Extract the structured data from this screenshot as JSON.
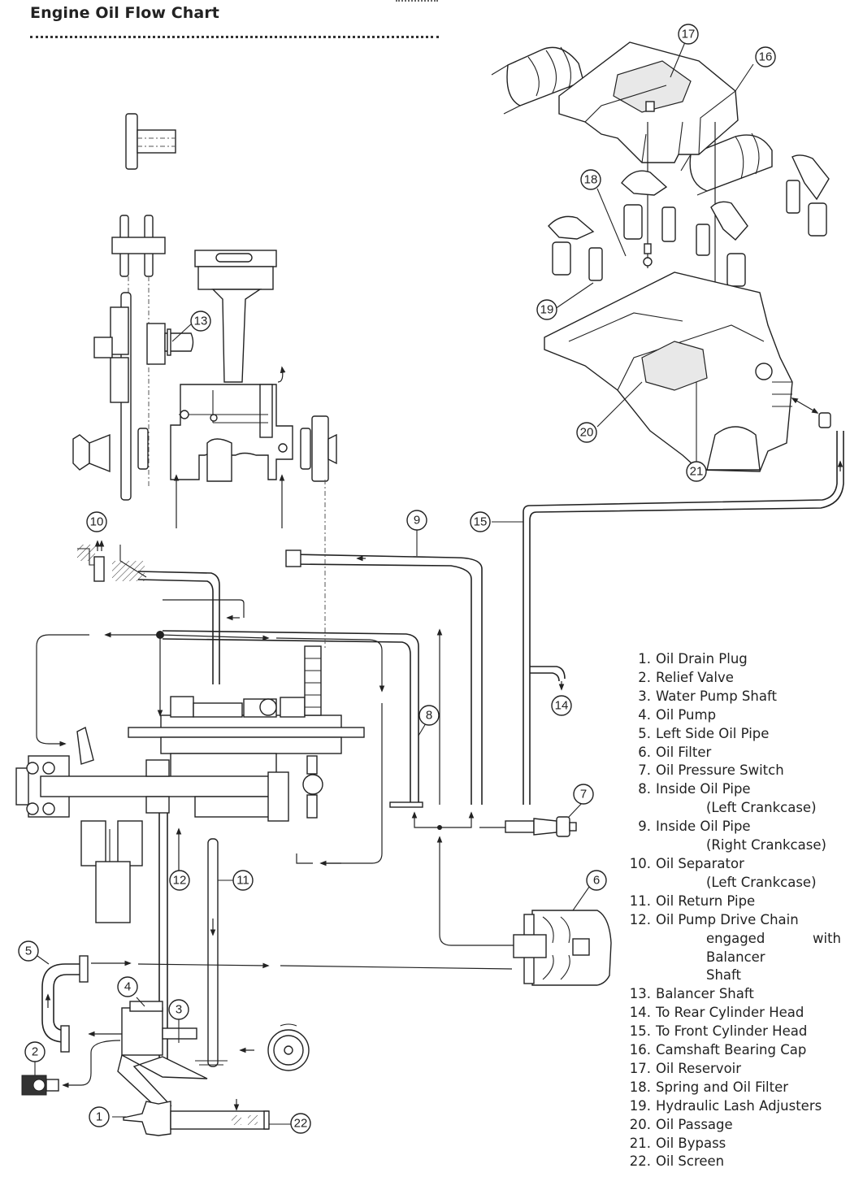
{
  "page": {
    "title": "Engine Oil Flow Chart"
  },
  "callouts": [
    {
      "id": "1",
      "part": "Oil Drain Plug"
    },
    {
      "id": "2",
      "part": "Relief Valve"
    },
    {
      "id": "3",
      "part": "Water Pump Shaft"
    },
    {
      "id": "4",
      "part": "Oil Pump"
    },
    {
      "id": "5",
      "part": "Left Side Oil Pipe"
    },
    {
      "id": "6",
      "part": "Oil Filter"
    },
    {
      "id": "7",
      "part": "Oil Pressure Switch"
    },
    {
      "id": "8",
      "part": "Inside Oil Pipe (Left Crankcase)"
    },
    {
      "id": "9",
      "part": "Inside Oil Pipe (Right Crankcase)"
    },
    {
      "id": "10",
      "part": "Oil Separator (Left Crankcase)"
    },
    {
      "id": "11",
      "part": "Oil Return Pipe"
    },
    {
      "id": "12",
      "part": "Oil Pump Drive Chain engaged with Balancer Shaft"
    },
    {
      "id": "13",
      "part": "Balancer Shaft"
    },
    {
      "id": "14",
      "part": "To Rear Cylinder Head"
    },
    {
      "id": "15",
      "part": "To Front Cylinder Head"
    },
    {
      "id": "16",
      "part": "Camshaft Bearing Cap"
    },
    {
      "id": "17",
      "part": "Oil Reservoir"
    },
    {
      "id": "18",
      "part": "Spring and Oil Filter"
    },
    {
      "id": "19",
      "part": "Hydraulic Lash Adjusters"
    },
    {
      "id": "20",
      "part": "Oil Passage"
    },
    {
      "id": "21",
      "part": "Oil Bypass"
    },
    {
      "id": "22",
      "part": "Oil Screen"
    }
  ],
  "legend": [
    {
      "num": "1.",
      "lines": [
        "Oil Drain Plug"
      ]
    },
    {
      "num": "2.",
      "lines": [
        "Relief Valve"
      ]
    },
    {
      "num": "3.",
      "lines": [
        "Water Pump Shaft"
      ]
    },
    {
      "num": "4.",
      "lines": [
        "Oil Pump"
      ]
    },
    {
      "num": "5.",
      "lines": [
        "Left Side Oil Pipe"
      ]
    },
    {
      "num": "6.",
      "lines": [
        "Oil Filter"
      ]
    },
    {
      "num": "7.",
      "lines": [
        "Oil Pressure Switch"
      ]
    },
    {
      "num": "8.",
      "lines": [
        "Inside Oil Pipe",
        "(Left Crankcase)"
      ]
    },
    {
      "num": "9.",
      "lines": [
        "Inside Oil Pipe",
        "(Right Crankcase)"
      ]
    },
    {
      "num": "10.",
      "lines": [
        "Oil Separator",
        "(Left Crankcase)"
      ]
    },
    {
      "num": "11.",
      "lines": [
        "Oil Return Pipe"
      ]
    },
    {
      "num": "12.",
      "lines": [
        "Oil Pump Drive Chain",
        "engaged with Balancer",
        "Shaft"
      ]
    },
    {
      "num": "13.",
      "lines": [
        "Balancer Shaft"
      ]
    },
    {
      "num": "14.",
      "lines": [
        "To Rear Cylinder Head"
      ]
    },
    {
      "num": "15.",
      "lines": [
        "To Front Cylinder Head"
      ]
    },
    {
      "num": "16.",
      "lines": [
        "Camshaft Bearing Cap"
      ]
    },
    {
      "num": "17.",
      "lines": [
        "Oil Reservoir"
      ]
    },
    {
      "num": "18.",
      "lines": [
        "Spring and Oil Filter"
      ]
    },
    {
      "num": "19.",
      "lines": [
        "Hydraulic Lash Adjusters"
      ]
    },
    {
      "num": "20.",
      "lines": [
        "Oil Passage"
      ]
    },
    {
      "num": "21.",
      "lines": [
        "Oil Bypass"
      ]
    },
    {
      "num": "22.",
      "lines": [
        "Oil Screen"
      ]
    }
  ]
}
